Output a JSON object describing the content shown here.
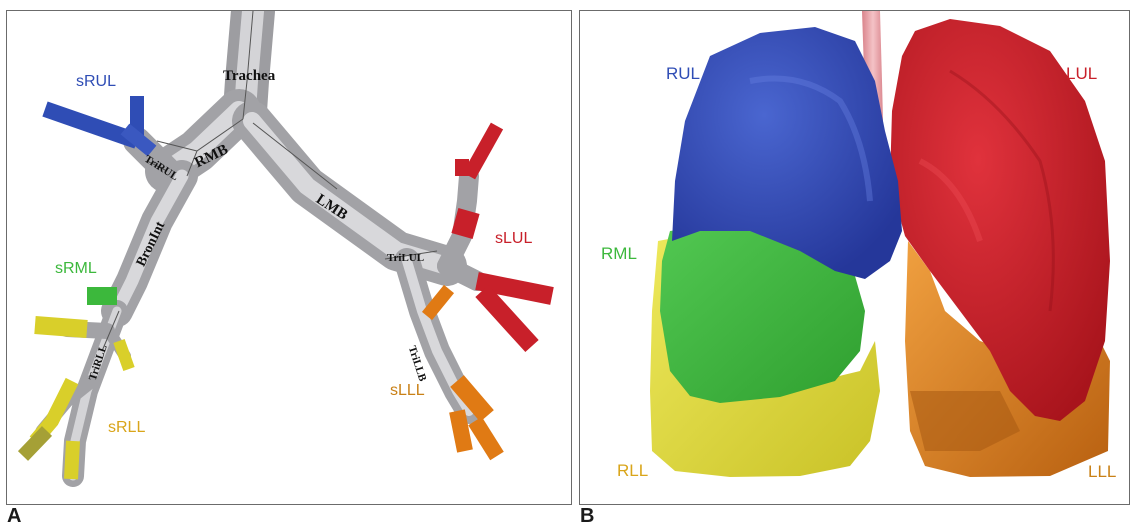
{
  "colors": {
    "upper_right": "#2f4db5",
    "middle_right": "#3cb83c",
    "lower_right": "#d9cf2a",
    "upper_left": "#c8202a",
    "lower_left": "#e07a14",
    "airway": "#b9b9bd",
    "trachea_3d": "#e8a3a8"
  },
  "panel_a": {
    "letter": "A",
    "airway_labels": {
      "trachea": "Trachea",
      "rmb": "RMB",
      "lmb": "LMB",
      "trirul": "TriRUL",
      "bronint": "BronInt",
      "trilul": "TriLUL",
      "trirll": "TriRLL",
      "trillb": "TriLLB"
    },
    "segment_labels": {
      "srul": "sRUL",
      "sml": "sRML",
      "srll": "sRLL",
      "slul": "sLUL",
      "slll": "sLLL"
    }
  },
  "panel_b": {
    "letter": "B",
    "lobe_labels": {
      "rul": "RUL",
      "rml": "RML",
      "rll": "RLL",
      "lul": "LUL",
      "lll": "LLL"
    }
  }
}
